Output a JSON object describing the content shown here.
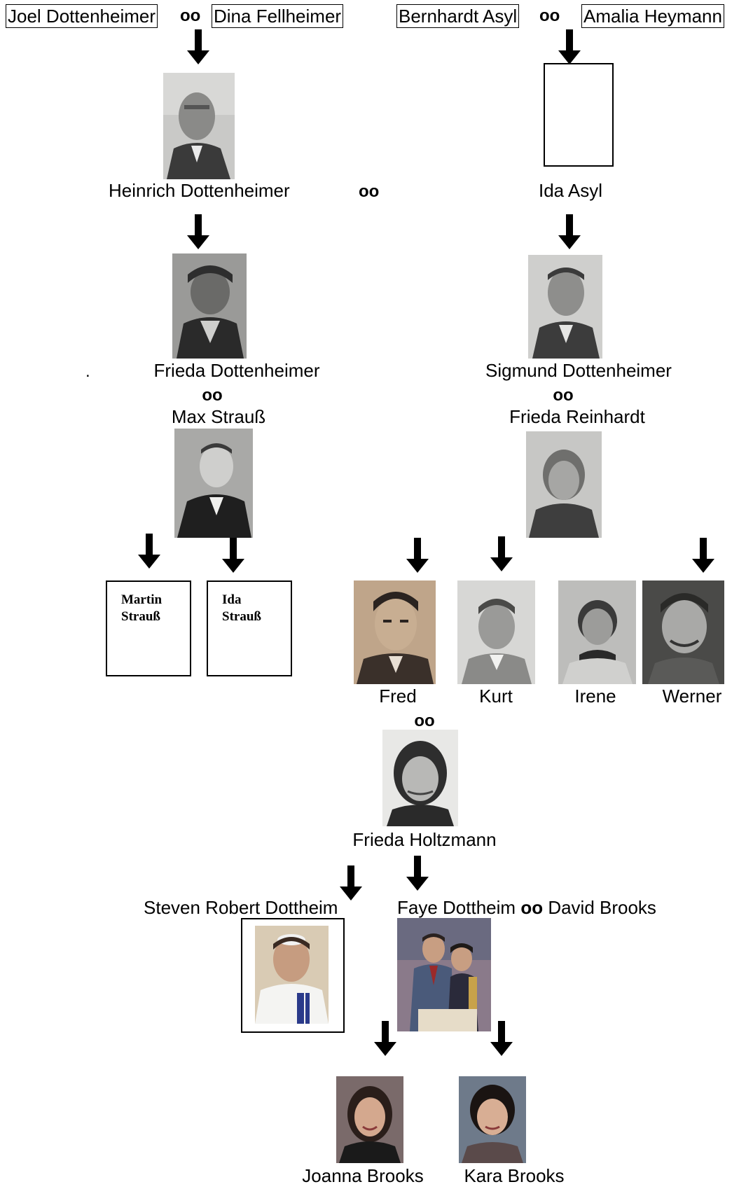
{
  "marriage_symbol": "oo",
  "gen1": {
    "left": {
      "husband": "Joel Dottenheimer",
      "wife": "Dina Fellheimer"
    },
    "right": {
      "husband": "Bernhardt Asyl",
      "wife": "Amalia Heymann"
    }
  },
  "gen2": {
    "husband": "Heinrich Dottenheimer",
    "wife": "Ida Asyl"
  },
  "gen3": {
    "left": {
      "name": "Frieda Dottenheimer",
      "spouse": "Max Strauß"
    },
    "right": {
      "name": "Sigmund Dottenheimer",
      "spouse": "Frieda Reinhardt"
    },
    "dot": "."
  },
  "gen4": {
    "left": [
      {
        "first": "Martin",
        "last": "Strauß"
      },
      {
        "first": "Ida",
        "last": "Strauß"
      }
    ],
    "right": [
      "Fred",
      "Kurt",
      "Irene",
      "Werner"
    ],
    "fred_spouse": "Frieda Holtzmann"
  },
  "gen5": {
    "son": "Steven Robert Dottheim",
    "daughter": "Faye Dottheim",
    "daughter_spouse": "David Brooks"
  },
  "gen6": [
    "Joanna Brooks",
    "Kara Brooks"
  ]
}
